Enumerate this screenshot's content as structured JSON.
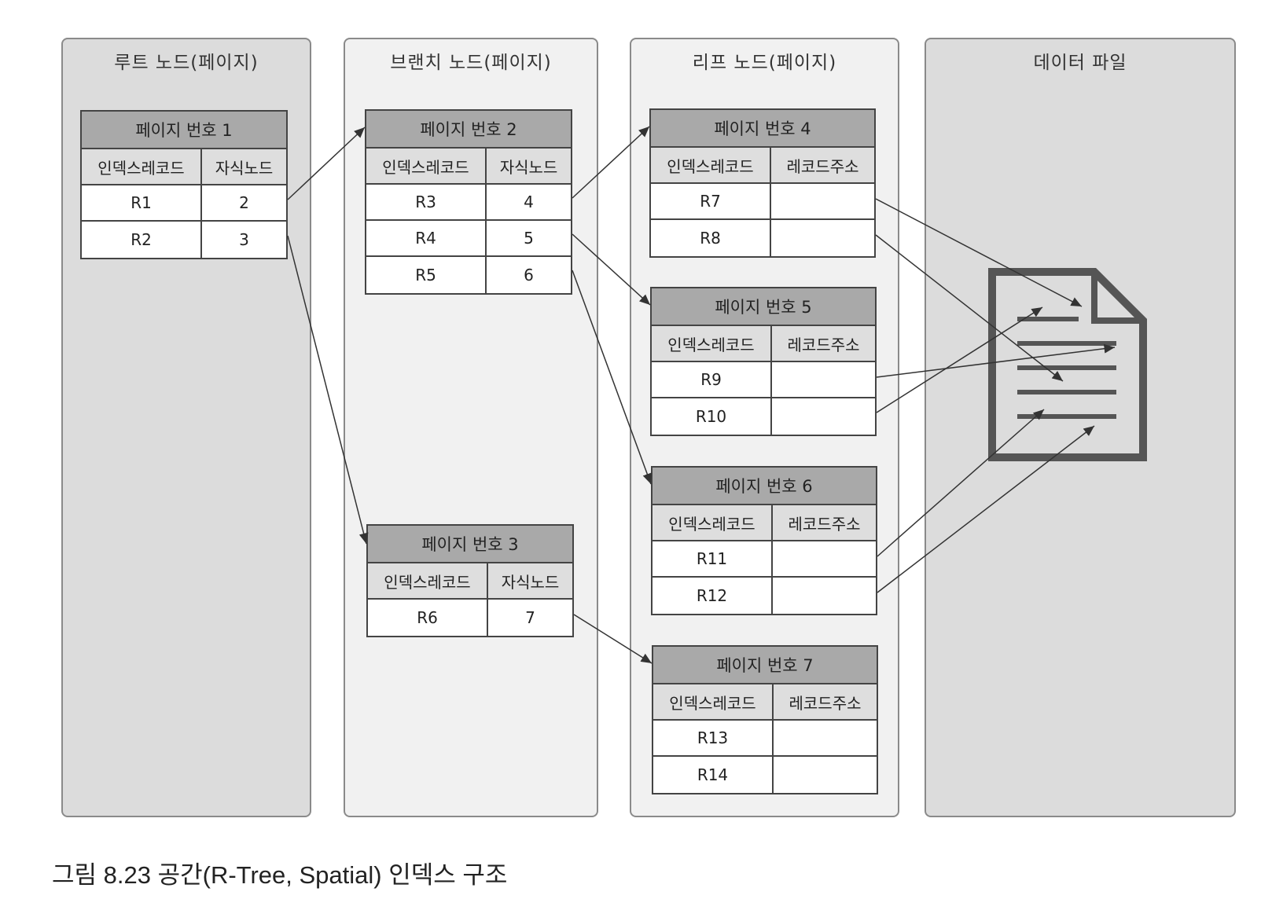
{
  "columns": {
    "root": "루트 노드(페이지)",
    "branch": "브랜치 노드(페이지)",
    "leaf": "리프 노드(페이지)",
    "data_file": "데이터 파일"
  },
  "nodes": {
    "p1": {
      "title": "페이지 번호 1",
      "col1": "인덱스레코드",
      "col2": "자식노드",
      "rows": [
        {
          "k": "R1",
          "v": "2"
        },
        {
          "k": "R2",
          "v": "3"
        }
      ]
    },
    "p2": {
      "title": "페이지 번호 2",
      "col1": "인덱스레코드",
      "col2": "자식노드",
      "rows": [
        {
          "k": "R3",
          "v": "4"
        },
        {
          "k": "R4",
          "v": "5"
        },
        {
          "k": "R5",
          "v": "6"
        }
      ]
    },
    "p3": {
      "title": "페이지 번호 3",
      "col1": "인덱스레코드",
      "col2": "자식노드",
      "rows": [
        {
          "k": "R6",
          "v": "7"
        }
      ]
    },
    "p4": {
      "title": "페이지 번호 4",
      "col1": "인덱스레코드",
      "col2": "레코드주소",
      "rows": [
        {
          "k": "R7",
          "v": ""
        },
        {
          "k": "R8",
          "v": ""
        }
      ]
    },
    "p5": {
      "title": "페이지 번호 5",
      "col1": "인덱스레코드",
      "col2": "레코드주소",
      "rows": [
        {
          "k": "R9",
          "v": ""
        },
        {
          "k": "R10",
          "v": ""
        }
      ]
    },
    "p6": {
      "title": "페이지 번호 6",
      "col1": "인덱스레코드",
      "col2": "레코드주소",
      "rows": [
        {
          "k": "R11",
          "v": ""
        },
        {
          "k": "R12",
          "v": ""
        }
      ]
    },
    "p7": {
      "title": "페이지 번호 7",
      "col1": "인덱스레코드",
      "col2": "레코드주소",
      "rows": [
        {
          "k": "R13",
          "v": ""
        },
        {
          "k": "R14",
          "v": ""
        }
      ]
    }
  },
  "caption": "그림 8.23 공간(R-Tree, Spatial) 인덱스 구조",
  "colors": {
    "panel_dark": "#dcdcdc",
    "panel_light": "#f1f1f1",
    "header": "#a9a9a9",
    "document_icon": "#555555"
  },
  "icons": {
    "data_file": "document-icon"
  }
}
